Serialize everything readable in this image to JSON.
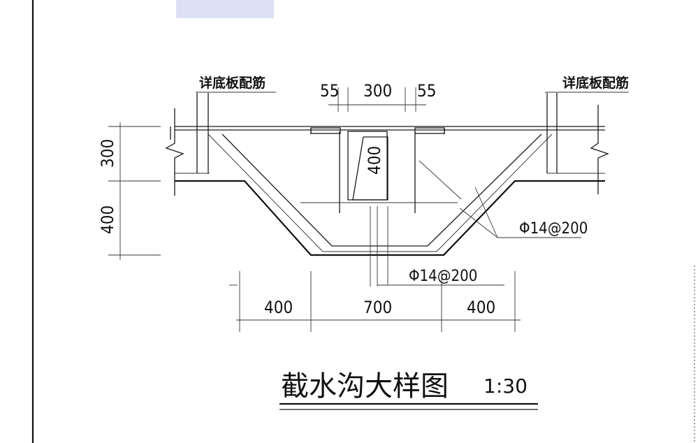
{
  "title": "截水沟大样图",
  "scale": "1:30",
  "notes": {
    "left_note": "详底板配筋",
    "right_note": "详底板配筋"
  },
  "rebar": {
    "slope_bar": "Φ14@200",
    "bottom_bar": "Φ14@200"
  },
  "dimensions": {
    "top_left": "55",
    "top_mid": "300",
    "top_right": "55",
    "left_upper": "300",
    "left_lower": "400",
    "inner_depth": "400",
    "bottom_left": "400",
    "bottom_mid": "700",
    "bottom_right": "400"
  },
  "colors": {
    "line": "#1a1a1a",
    "accent_patch": "#dde0f2"
  }
}
